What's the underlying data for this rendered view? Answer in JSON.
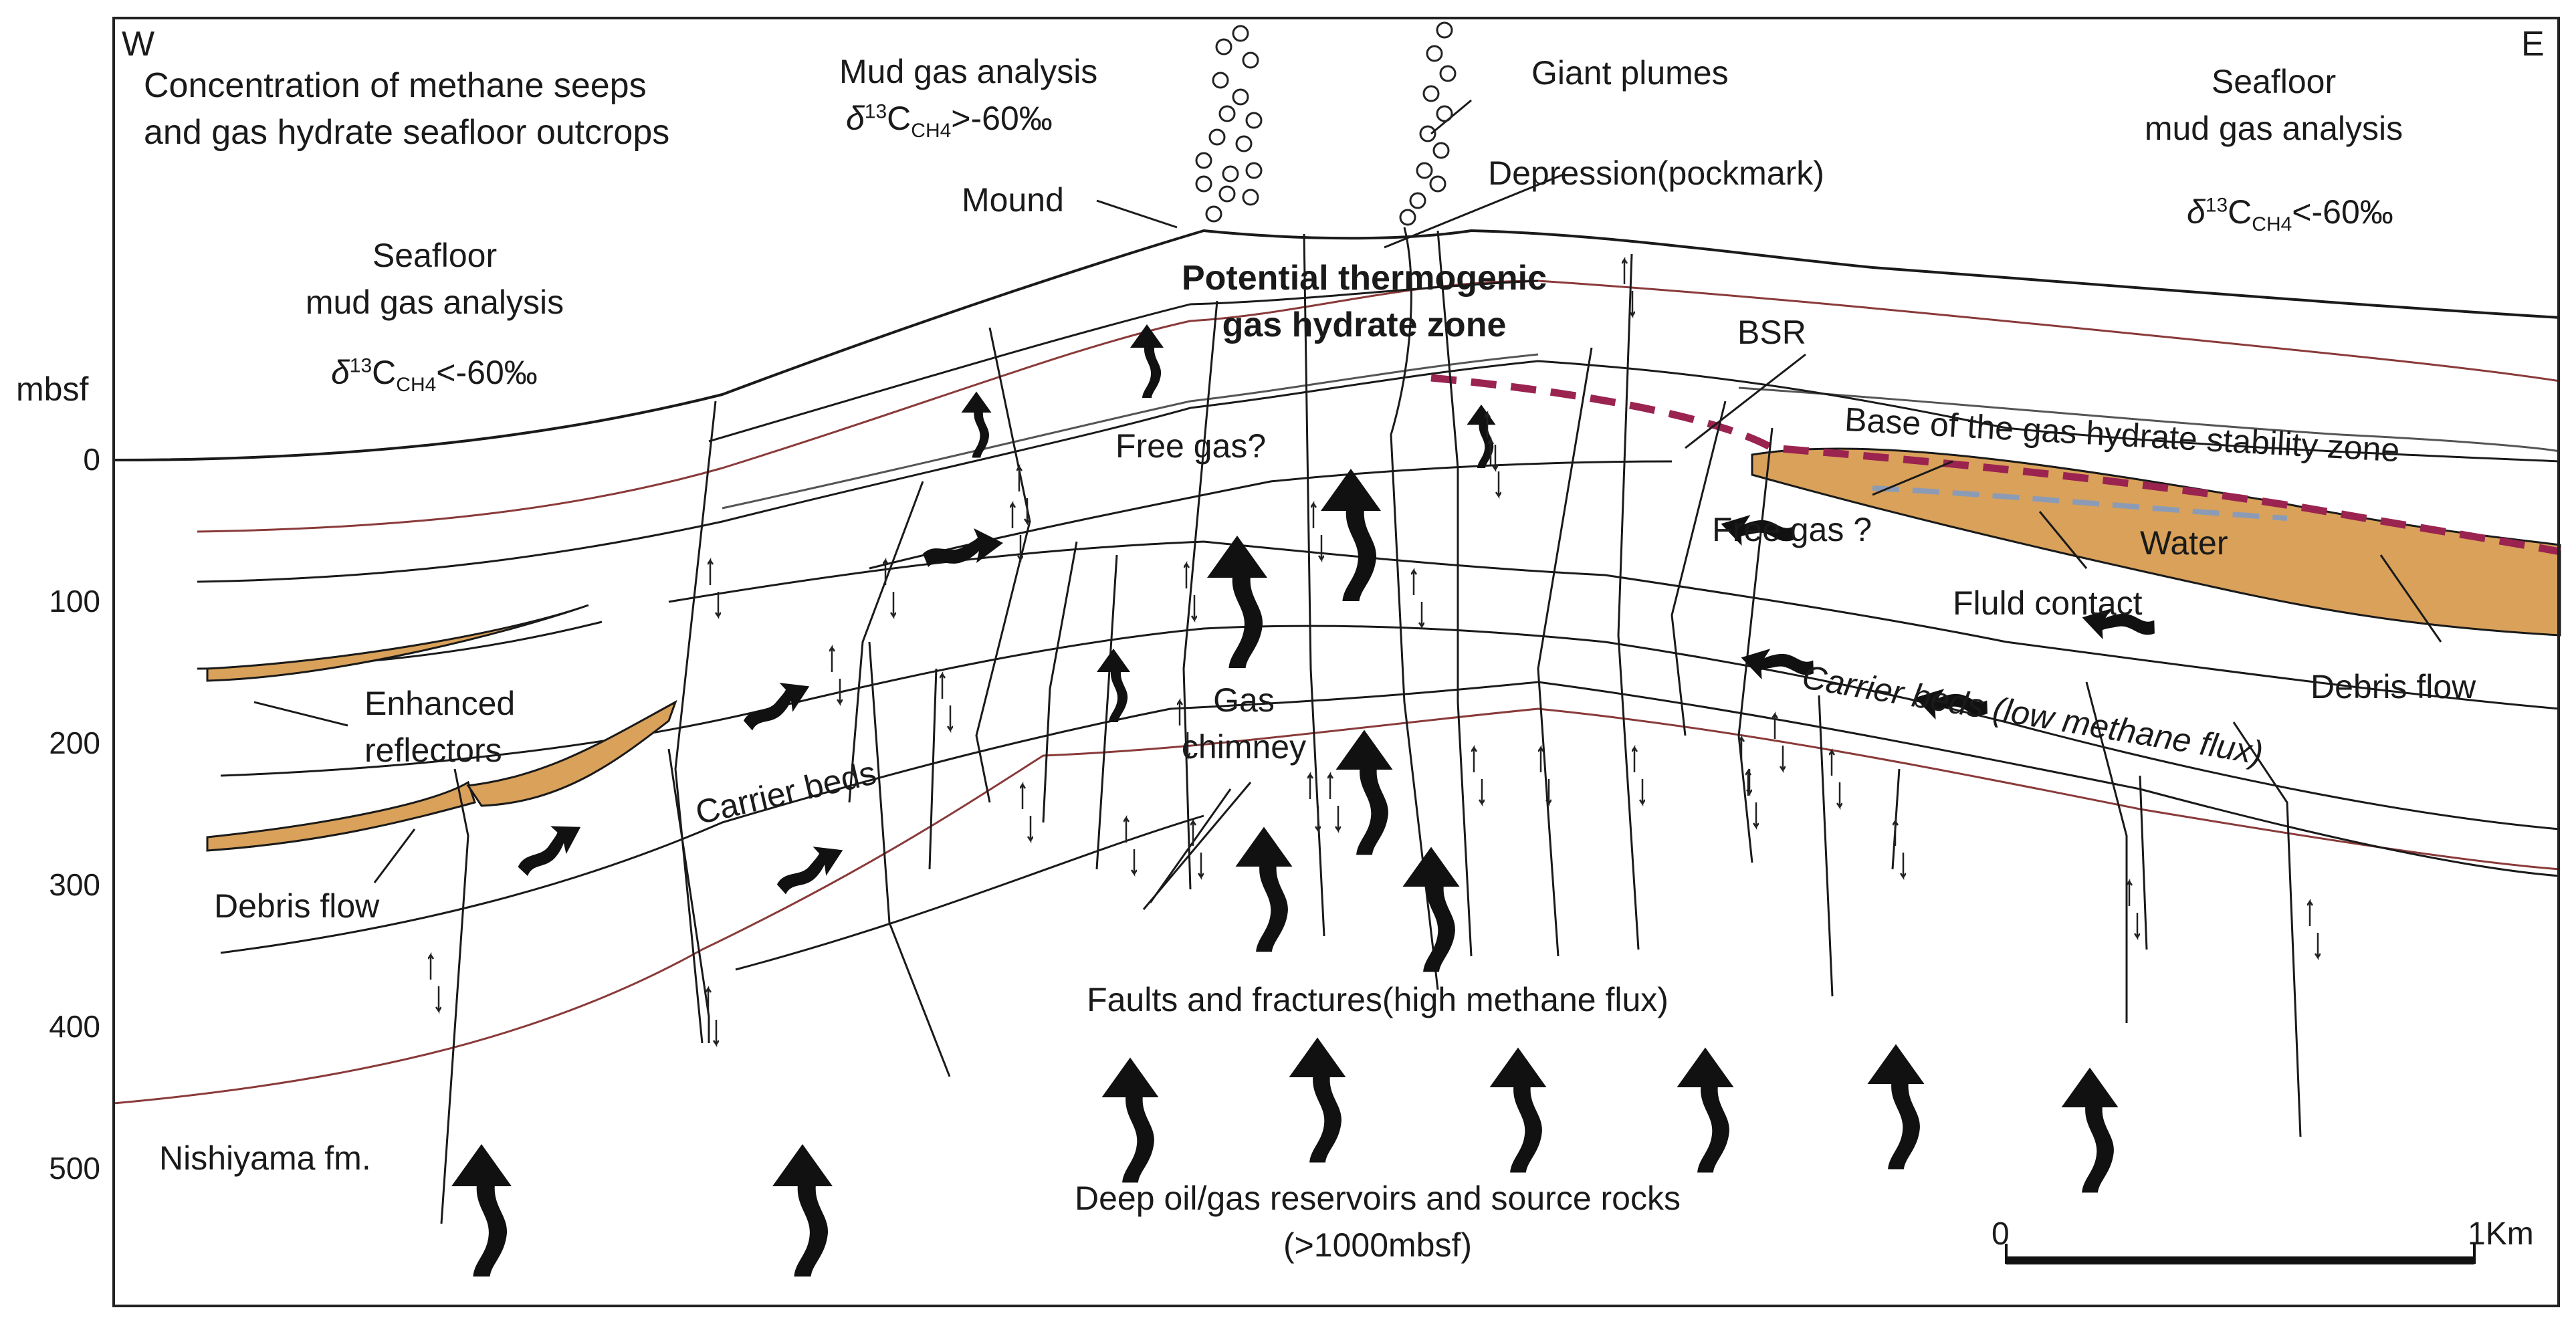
{
  "corners": {
    "west": "W",
    "east": "E"
  },
  "axis": {
    "unit": "mbsf",
    "ticks": [
      {
        "label": "0",
        "depth": 0
      },
      {
        "label": "100",
        "depth": 100
      },
      {
        "label": "200",
        "depth": 200
      },
      {
        "label": "300",
        "depth": 300
      },
      {
        "label": "400",
        "depth": 400
      },
      {
        "label": "500",
        "depth": 500
      }
    ]
  },
  "labels": {
    "concentration_line1": "Concentration of methane seeps",
    "concentration_line2": "and gas hydrate seafloor outcrops",
    "mud_gas_top": "Mud gas analysis",
    "mud_gas_top_value": "C",
    "mud_gas_top_sub": "CH4",
    "mud_gas_top_tail": ">-60‰",
    "giant_plumes": "Giant plumes",
    "depression": "Depression(pockmark)",
    "mound": "Mound",
    "seafloor_w_line1": "Seafloor",
    "seafloor_w_line2": "mud gas analysis",
    "seafloor_w_tail": "<-60‰",
    "seafloor_e_line1": "Seafloor",
    "seafloor_e_line2": "mud gas analysis",
    "seafloor_e_tail": "<-60‰",
    "delta": "δ",
    "iso": "13",
    "ch4": "CH4",
    "potential_line1": "Potential thermogenic",
    "potential_line2": "gas hydrate zone",
    "bsr": "BSR",
    "base_ghsz": "Base of the gas hydrate stability zone",
    "free_gas_center": "Free gas?",
    "free_gas_east": "Free gas ?",
    "water": "Water",
    "fluid_contact": "Fluld contact",
    "debris_flow_east": "Debris flow",
    "carrier_beds_east": "Carrier beds (low methane flux)",
    "enhanced_line1": "Enhanced",
    "enhanced_line2": "reflectors",
    "gas_chimney_line1": "Gas",
    "gas_chimney_line2": "chimney",
    "carrier_beds_west": "Carrier beds",
    "debris_flow_west": "Debris flow",
    "faults": "Faults and fractures(high methane flux)",
    "deep_line1": "Deep oil/gas reservoirs and source rocks",
    "deep_line2": "(>1000mbsf)",
    "nishiyama": "Nishiyama fm.",
    "scale_start": "0",
    "scale_end": "1Km"
  },
  "colors": {
    "line": "#1a1a1a",
    "reddish_layer": "#8a3a3a",
    "debris": "#d9a15a",
    "bsr_dash": "#9b2350",
    "contact_dash": "#8c9bb5",
    "arrow": "#111111"
  },
  "icons": {
    "migration": "gas-migration-arrow-icon",
    "bubble": "gas-bubble-icon",
    "fault_motion": "fault-slip-arrow-icon"
  }
}
